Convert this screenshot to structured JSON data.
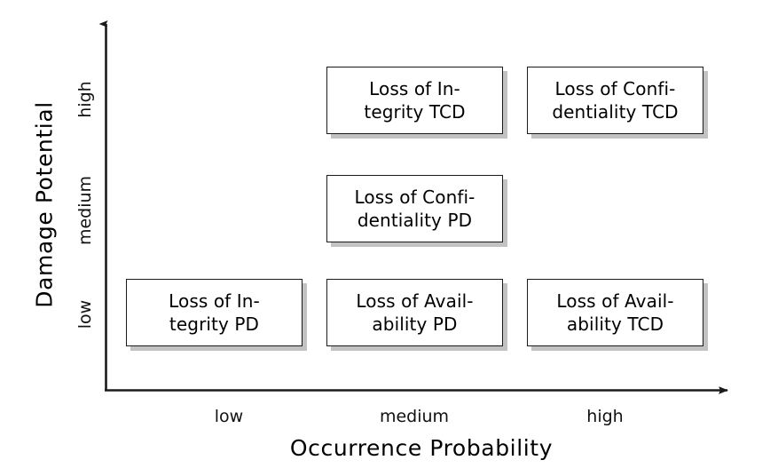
{
  "chart_data": {
    "type": "table",
    "title": "",
    "xlabel": "Occurrence Probability",
    "ylabel": "Damage Potential",
    "x_categories": [
      "low",
      "medium",
      "high"
    ],
    "y_categories": [
      "low",
      "medium",
      "high"
    ],
    "grid": false,
    "legend": "none",
    "axis_style": "arrow",
    "cells": [
      {
        "x": "medium",
        "y": "high",
        "label": "Loss of In-\ntegrity TCD"
      },
      {
        "x": "high",
        "y": "high",
        "label": "Loss of Confi-\ndentiality TCD"
      },
      {
        "x": "medium",
        "y": "medium",
        "label": "Loss of Confi-\ndentiality PD"
      },
      {
        "x": "low",
        "y": "low",
        "label": "Loss of In-\ntegrity PD"
      },
      {
        "x": "medium",
        "y": "low",
        "label": "Loss of Avail-\nability PD"
      },
      {
        "x": "high",
        "y": "low",
        "label": "Loss of Avail-\nability TCD"
      }
    ],
    "colors": {
      "background": "#ffffff",
      "box_fill": "#ffffff",
      "box_border": "#1b1b1b",
      "box_shadow": "#c2c2c2",
      "axis": "#1b1b1b",
      "text": "#000000"
    }
  },
  "axes": {
    "y": {
      "title": "Damage Potential",
      "ticks": [
        {
          "label": "high"
        },
        {
          "label": "medium"
        },
        {
          "label": "low"
        }
      ]
    },
    "x": {
      "title": "Occurrence Probability",
      "ticks": [
        {
          "label": "low"
        },
        {
          "label": "medium"
        },
        {
          "label": "high"
        }
      ]
    }
  },
  "boxes": {
    "integrity_tcd": "Loss of In-\ntegrity TCD",
    "confidentiality_tcd": "Loss of Confi-\ndentiality TCD",
    "confidentiality_pd": "Loss of Confi-\ndentiality PD",
    "integrity_pd": "Loss of In-\ntegrity PD",
    "availability_pd": "Loss of Avail-\nability PD",
    "availability_tcd": "Loss of Avail-\nability TCD"
  }
}
